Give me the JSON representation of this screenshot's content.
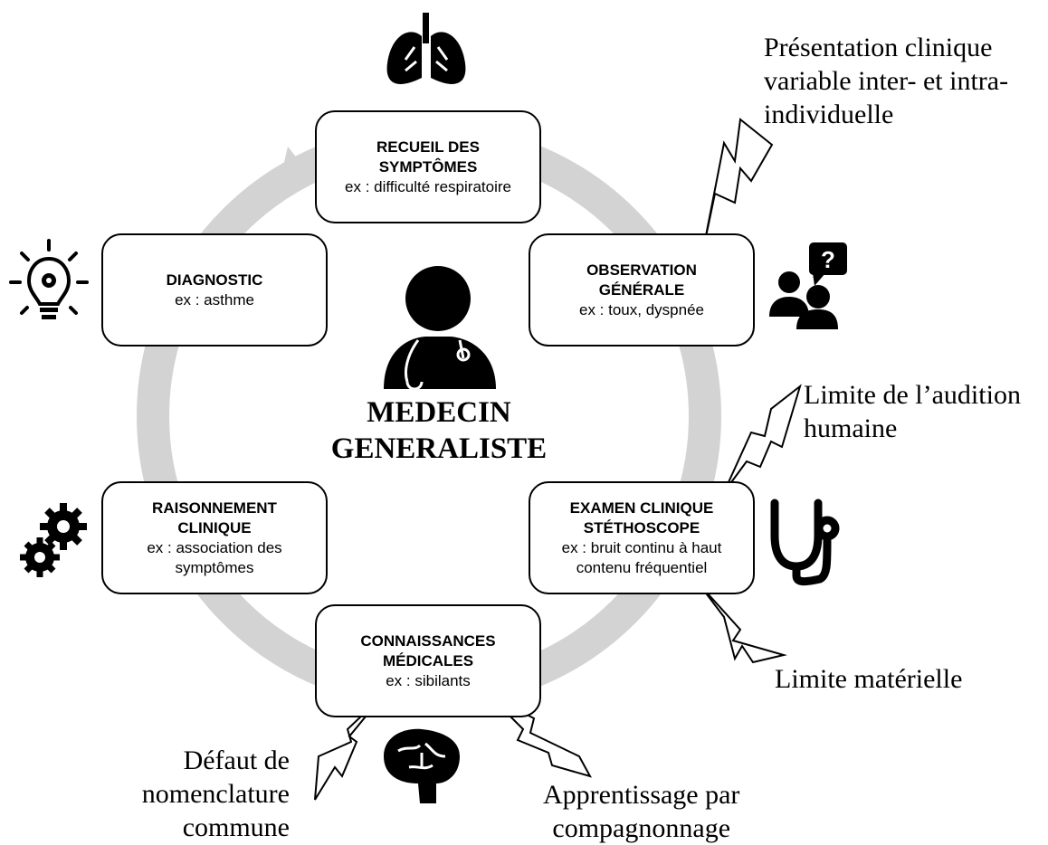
{
  "center": {
    "title": "MEDECIN\nGENERALISTE",
    "icon": "doctor-icon"
  },
  "steps": [
    {
      "id": "recueil",
      "title": "RECUEIL DES\nSYMPTÔMES",
      "example": "ex : difficulté respiratoire",
      "icon": "lungs-icon"
    },
    {
      "id": "observation",
      "title": "OBSERVATION\nGÉNÉRALE",
      "example": "ex : toux, dyspnée",
      "icon": "patient-question-icon"
    },
    {
      "id": "examen",
      "title": "EXAMEN CLINIQUE\nSTÉTHOSCOPE",
      "example": "ex : bruit continu à haut\ncontenu fréquentiel",
      "icon": "stethoscope-icon"
    },
    {
      "id": "connaissances",
      "title": "CONNAISSANCES\nMÉDICALES",
      "example": "ex : sibilants",
      "icon": "brain-icon"
    },
    {
      "id": "raisonnement",
      "title": "RAISONNEMENT\nCLINIQUE",
      "example": "ex : association des\nsymptômes",
      "icon": "gears-icon"
    },
    {
      "id": "diagnostic",
      "title": "DIAGNOSTIC",
      "example": "ex : asthme",
      "icon": "lightbulb-icon"
    }
  ],
  "limitations": {
    "presentation": "Présentation clinique\nvariable inter- et intra-\nindividuelle",
    "audition": "Limite de l’audition\nhumaine",
    "materielle": "Limite matérielle",
    "nomenclature": "Défaut de\nnomenclature\ncommune",
    "apprentissage": "Apprentissage par\ncompagnonnage"
  },
  "colors": {
    "cycle_arrow": "#d3d3d3",
    "stroke": "#000000",
    "icon_fill": "#000000"
  }
}
